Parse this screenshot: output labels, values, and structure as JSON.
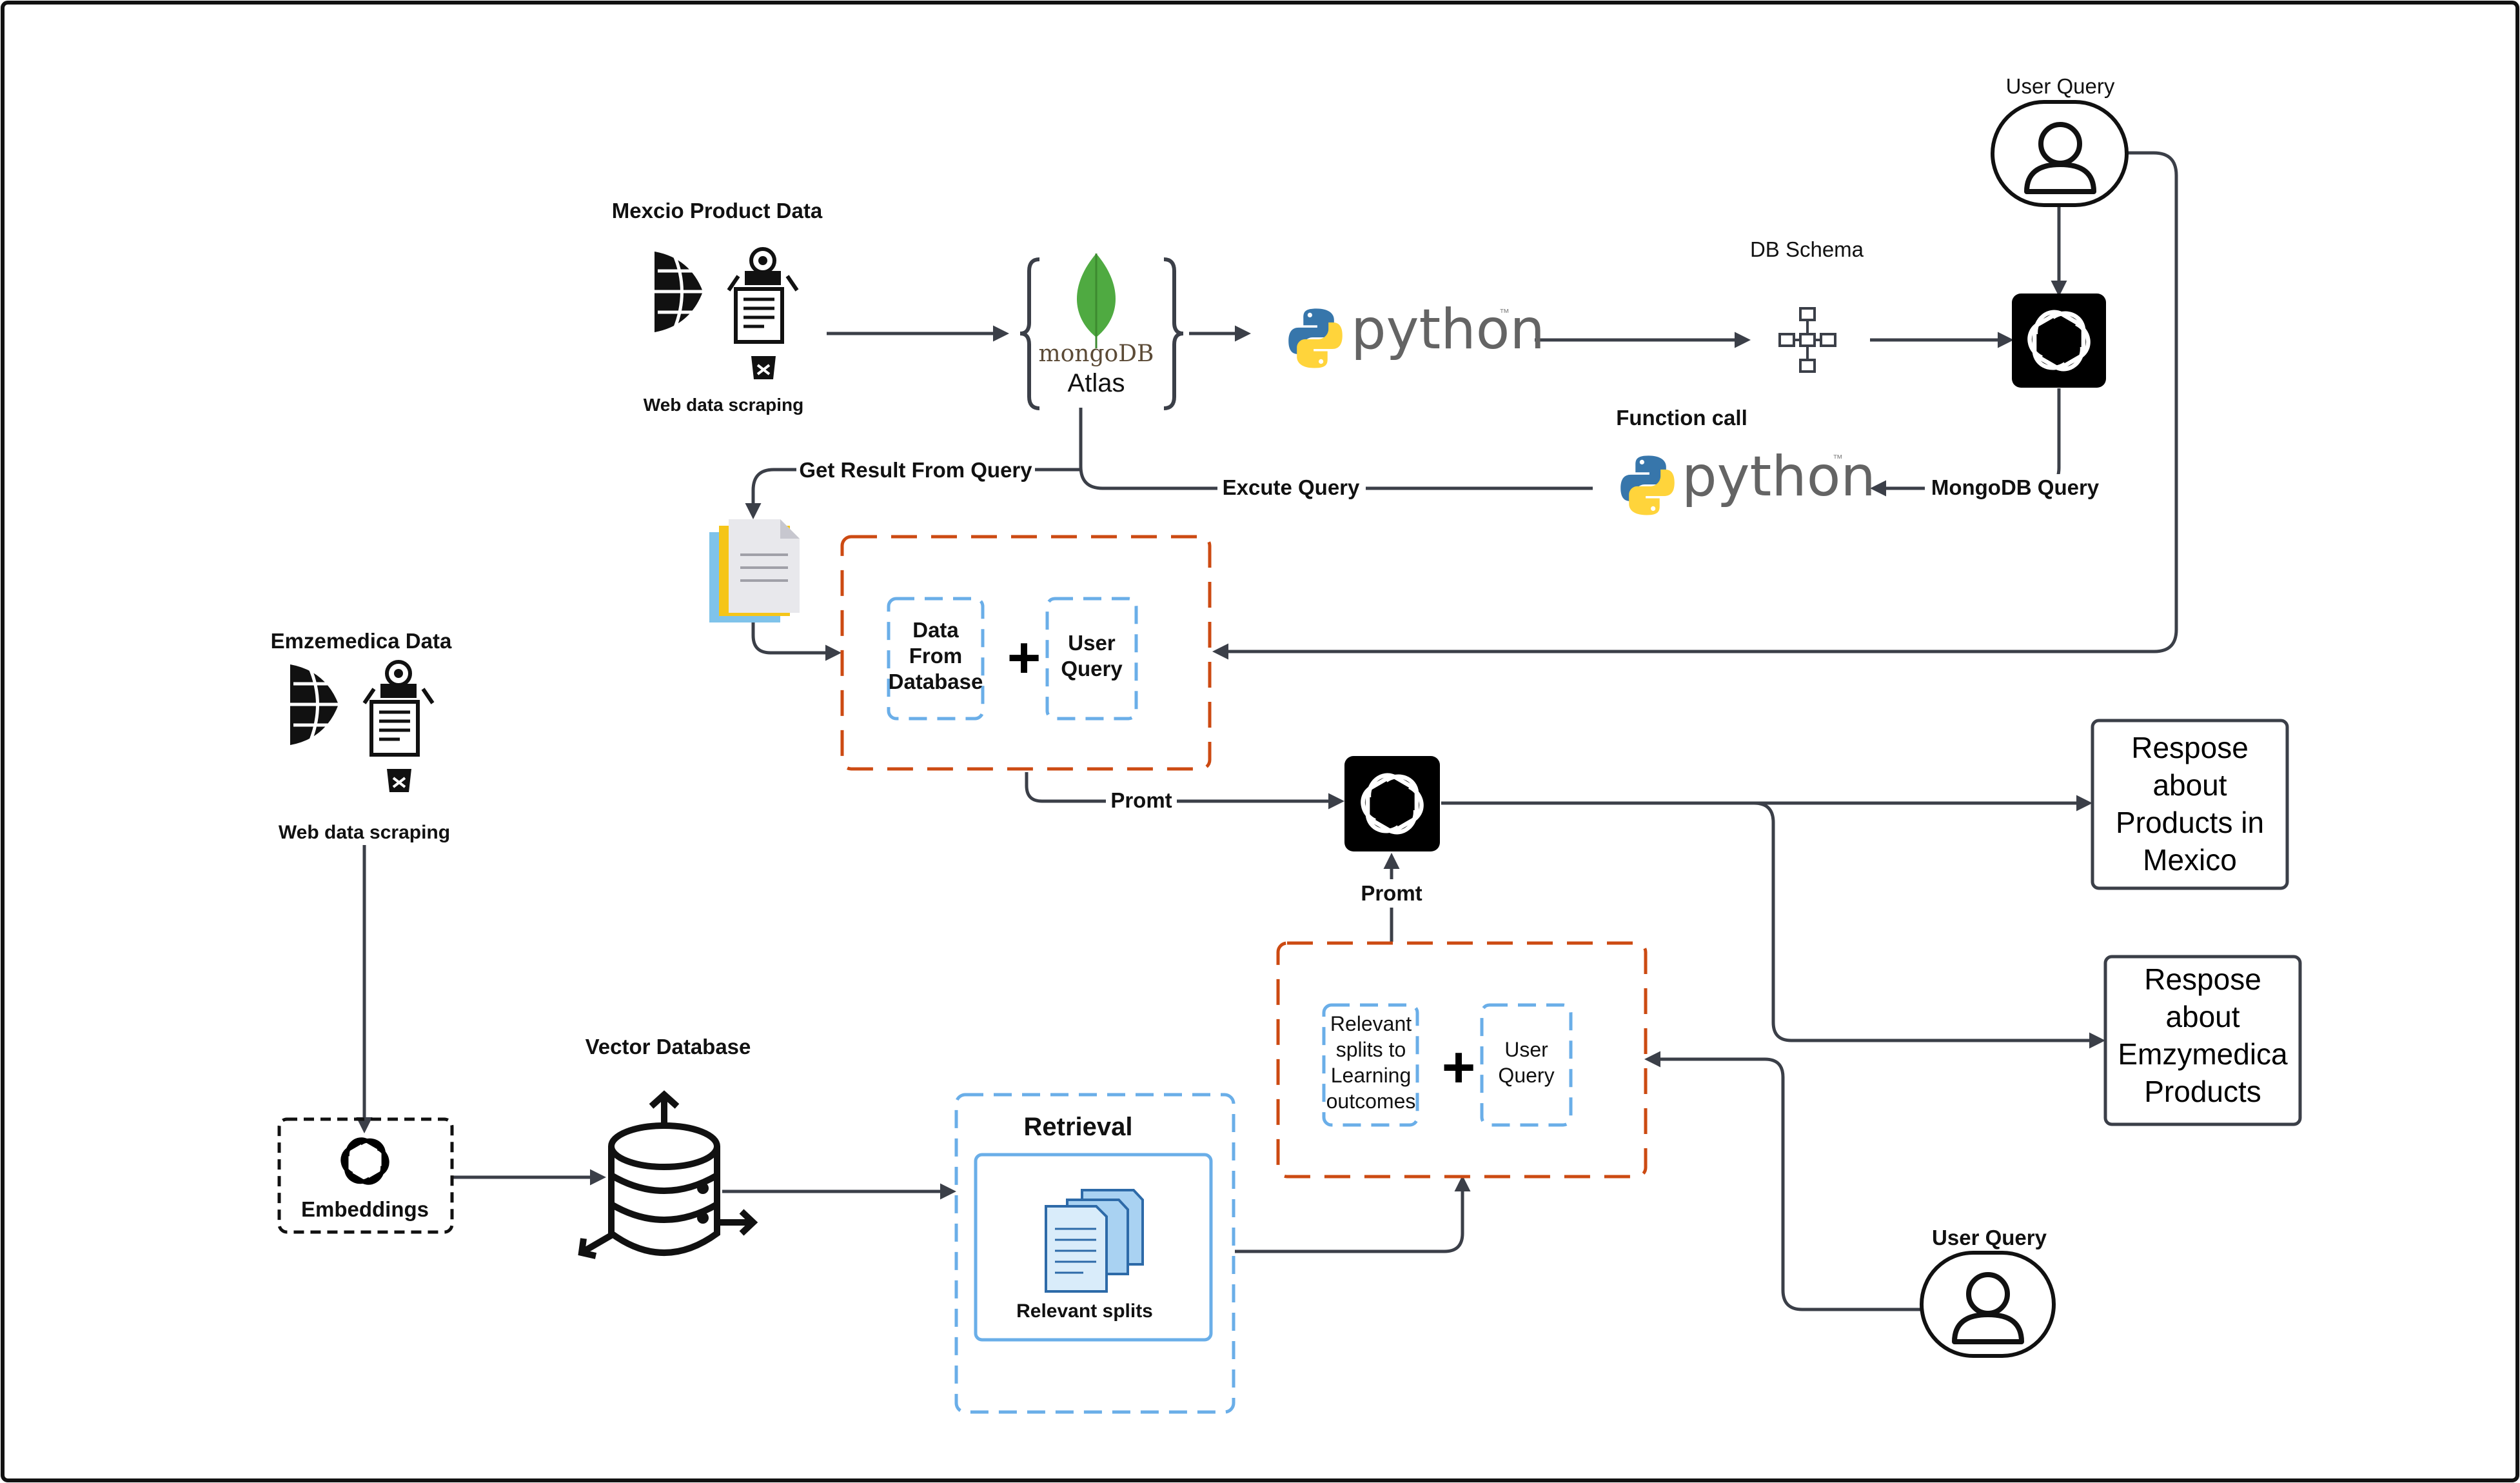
{
  "sources": {
    "mexico_title": "Mexcio Product Data",
    "mexico_caption": "Web data scraping",
    "emz_title": "Emzemedica Data",
    "emz_caption": "Web data scraping"
  },
  "mongodb": {
    "logo_text": "mongoDB",
    "caption": "Atlas"
  },
  "python": {
    "logo_text": "python",
    "tm": "™"
  },
  "db_schema": {
    "label": "DB Schema"
  },
  "function_call": {
    "label": "Function call"
  },
  "user_query": {
    "label": "User Query"
  },
  "edges": {
    "get_result": "Get Result From Query",
    "execute_query": "Excute Query",
    "mongodb_query": "MongoDB Query",
    "promt_top": "Promt",
    "promt_bottom": "Promt"
  },
  "combo_top": {
    "left": [
      "Data",
      "From",
      "Database"
    ],
    "plus": "+",
    "right": [
      "User",
      "Query"
    ]
  },
  "combo_bottom": {
    "left": [
      "Relevant",
      "splits to",
      "Learning",
      "outcomes"
    ],
    "plus": "+",
    "right": [
      "User",
      "Query"
    ]
  },
  "outputs": {
    "mexico": [
      "Respose",
      "about",
      "Products in",
      "Mexico"
    ],
    "emzymedica": [
      "Respose",
      "about",
      "Emzymedica",
      "Products"
    ]
  },
  "embeddings": {
    "label": "Embeddings"
  },
  "vector_db": {
    "label": "Vector Database"
  },
  "retrieval": {
    "title": "Retrieval",
    "caption": "Relevant splits"
  },
  "colors": {
    "edge": "#3b3f48",
    "dashed_orange": "#cc4a12",
    "dashed_blue": "#6aaee8",
    "mongo_green": "#4faa41",
    "python_blue": "#3776ab",
    "python_yellow": "#ffd43b",
    "openai_bg": "#000000"
  }
}
